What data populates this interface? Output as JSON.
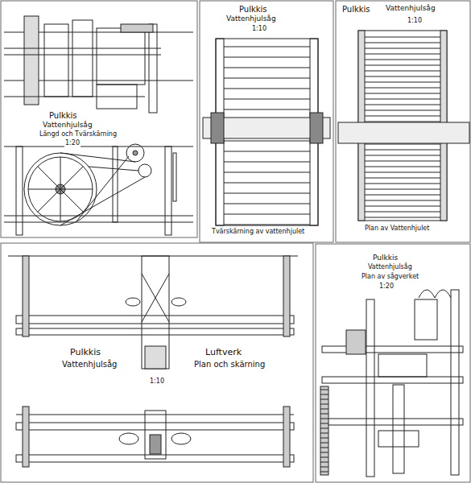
{
  "diagram": {
    "labels": [
      "Pulkkis",
      "Vattenhjulsåg",
      "Längd och Tvärskärning",
      "1:20",
      "Pulkkis",
      "Vattenhjulsåg",
      "1:10",
      "Tvärskärning av vattenhjulet",
      "Pulkkis",
      "Vattenhjulsåg",
      "1:10",
      "Plan av Vattenhjulet",
      "Pulkkis",
      "Vattenhjulsåg",
      "1:10",
      "Luftverk",
      "Plan och skärning",
      "Pulkkis",
      "Vattenhjulsåg",
      "Plan av sågverket",
      "1:20"
    ]
  }
}
